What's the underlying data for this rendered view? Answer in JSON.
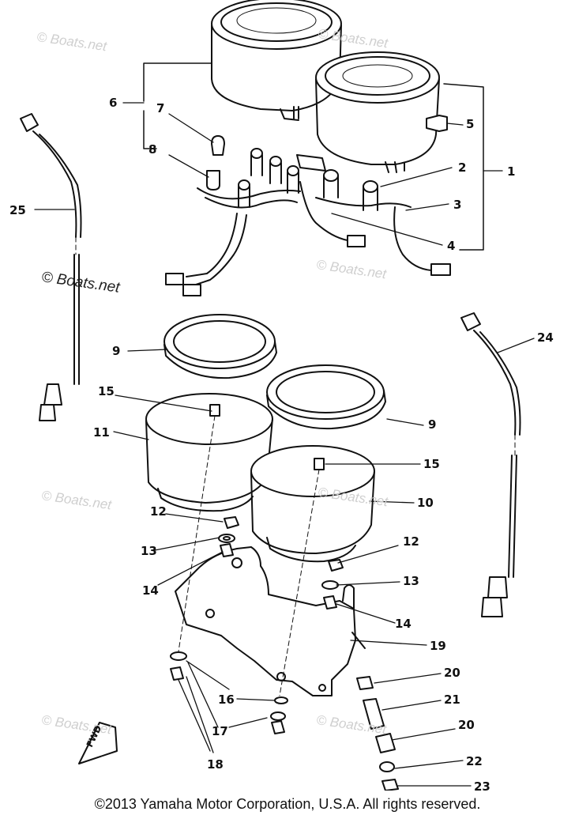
{
  "watermark": "Boats.net",
  "watermark_symbol": "©",
  "fwd_label": "FWD",
  "copyright": "©2013 Yamaha Motor Corporation, U.S.A. All rights reserved.",
  "callouts": [
    "1",
    "2",
    "3",
    "4",
    "5",
    "6",
    "7",
    "8",
    "9",
    "9",
    "10",
    "11",
    "12",
    "12",
    "13",
    "13",
    "14",
    "14",
    "15",
    "15",
    "16",
    "17",
    "18",
    "19",
    "20",
    "20",
    "21",
    "22",
    "23",
    "24",
    "25"
  ]
}
